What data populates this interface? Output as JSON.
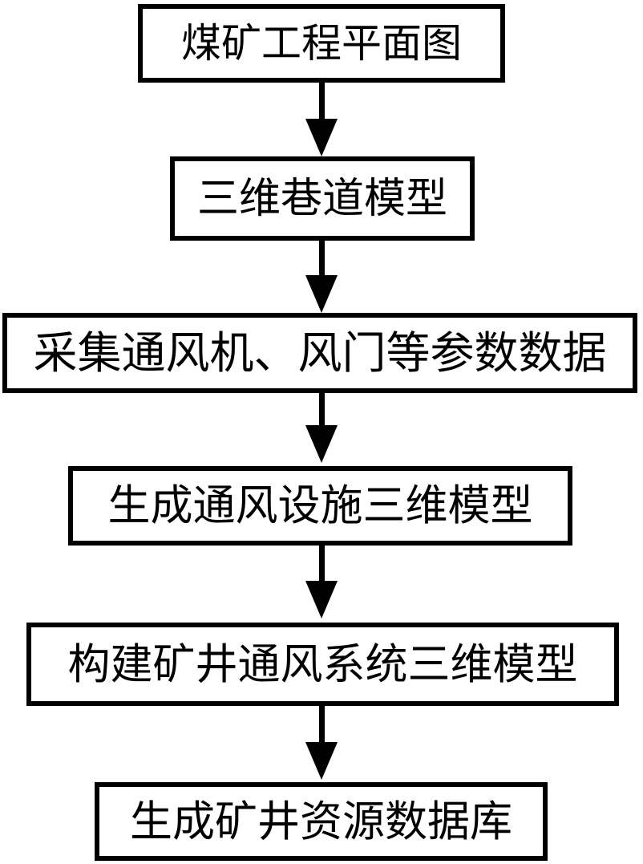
{
  "diagram": {
    "type": "flowchart",
    "orientation": "top-to-bottom",
    "title": "",
    "background_color": "#ffffff",
    "line_color": "#000000",
    "text_color": "#000000",
    "nodes": [
      {
        "id": "n1",
        "label": "煤矿工程平面图",
        "shape": "rectangle"
      },
      {
        "id": "n2",
        "label": "三维巷道模型",
        "shape": "rectangle"
      },
      {
        "id": "n3",
        "label": "采集通风机、风门等参数数据",
        "shape": "rectangle"
      },
      {
        "id": "n4",
        "label": "生成通风设施三维模型",
        "shape": "rectangle"
      },
      {
        "id": "n5",
        "label": "构建矿井通风系统三维模型",
        "shape": "rectangle"
      },
      {
        "id": "n6",
        "label": "生成矿井资源数据库",
        "shape": "rectangle"
      }
    ],
    "edges": [
      {
        "from": "n1",
        "to": "n2",
        "style": "solid-arrow",
        "label": ""
      },
      {
        "from": "n2",
        "to": "n3",
        "style": "solid-arrow",
        "label": ""
      },
      {
        "from": "n3",
        "to": "n4",
        "style": "solid-arrow",
        "label": ""
      },
      {
        "from": "n4",
        "to": "n5",
        "style": "solid-arrow",
        "label": ""
      },
      {
        "from": "n5",
        "to": "n6",
        "style": "solid-arrow",
        "label": ""
      }
    ]
  }
}
